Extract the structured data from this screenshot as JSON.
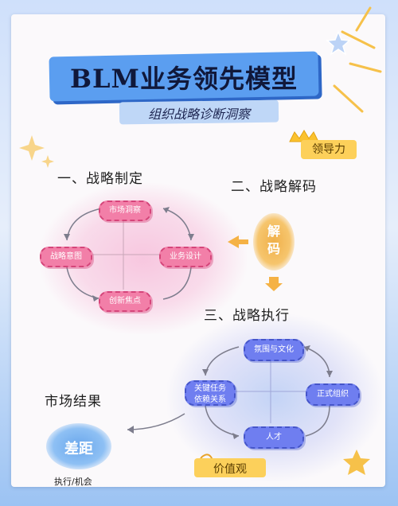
{
  "title": "BLM业务领先模型",
  "subtitle": "组织战略诊断洞察",
  "leadership_badge": "领导力",
  "sections": {
    "strategy_making": "一、战略制定",
    "strategy_decoding": "二、战略解码",
    "strategy_execution": "三、战略执行",
    "market_result": "市场结果"
  },
  "strategy_nodes": {
    "market_insight": "市场洞察",
    "strategic_intent": "战略意图",
    "business_design": "业务设计",
    "innovation_focus": "创新焦点"
  },
  "decode_label": "解码",
  "execution_nodes": {
    "climate_culture": "氛围与文化",
    "key_tasks_line1": "关键任务",
    "key_tasks_line2": "依赖关系",
    "formal_org": "正式组织",
    "talent": "人才"
  },
  "gap_label": "差距",
  "gap_sub": "执行/机会",
  "values_badge": "价值观",
  "colors": {
    "pink_node": "#f27fa8",
    "blue_node": "#6f7ef0",
    "title_blue": "#5b9ef0",
    "accent_yellow": "#fdd05a"
  }
}
